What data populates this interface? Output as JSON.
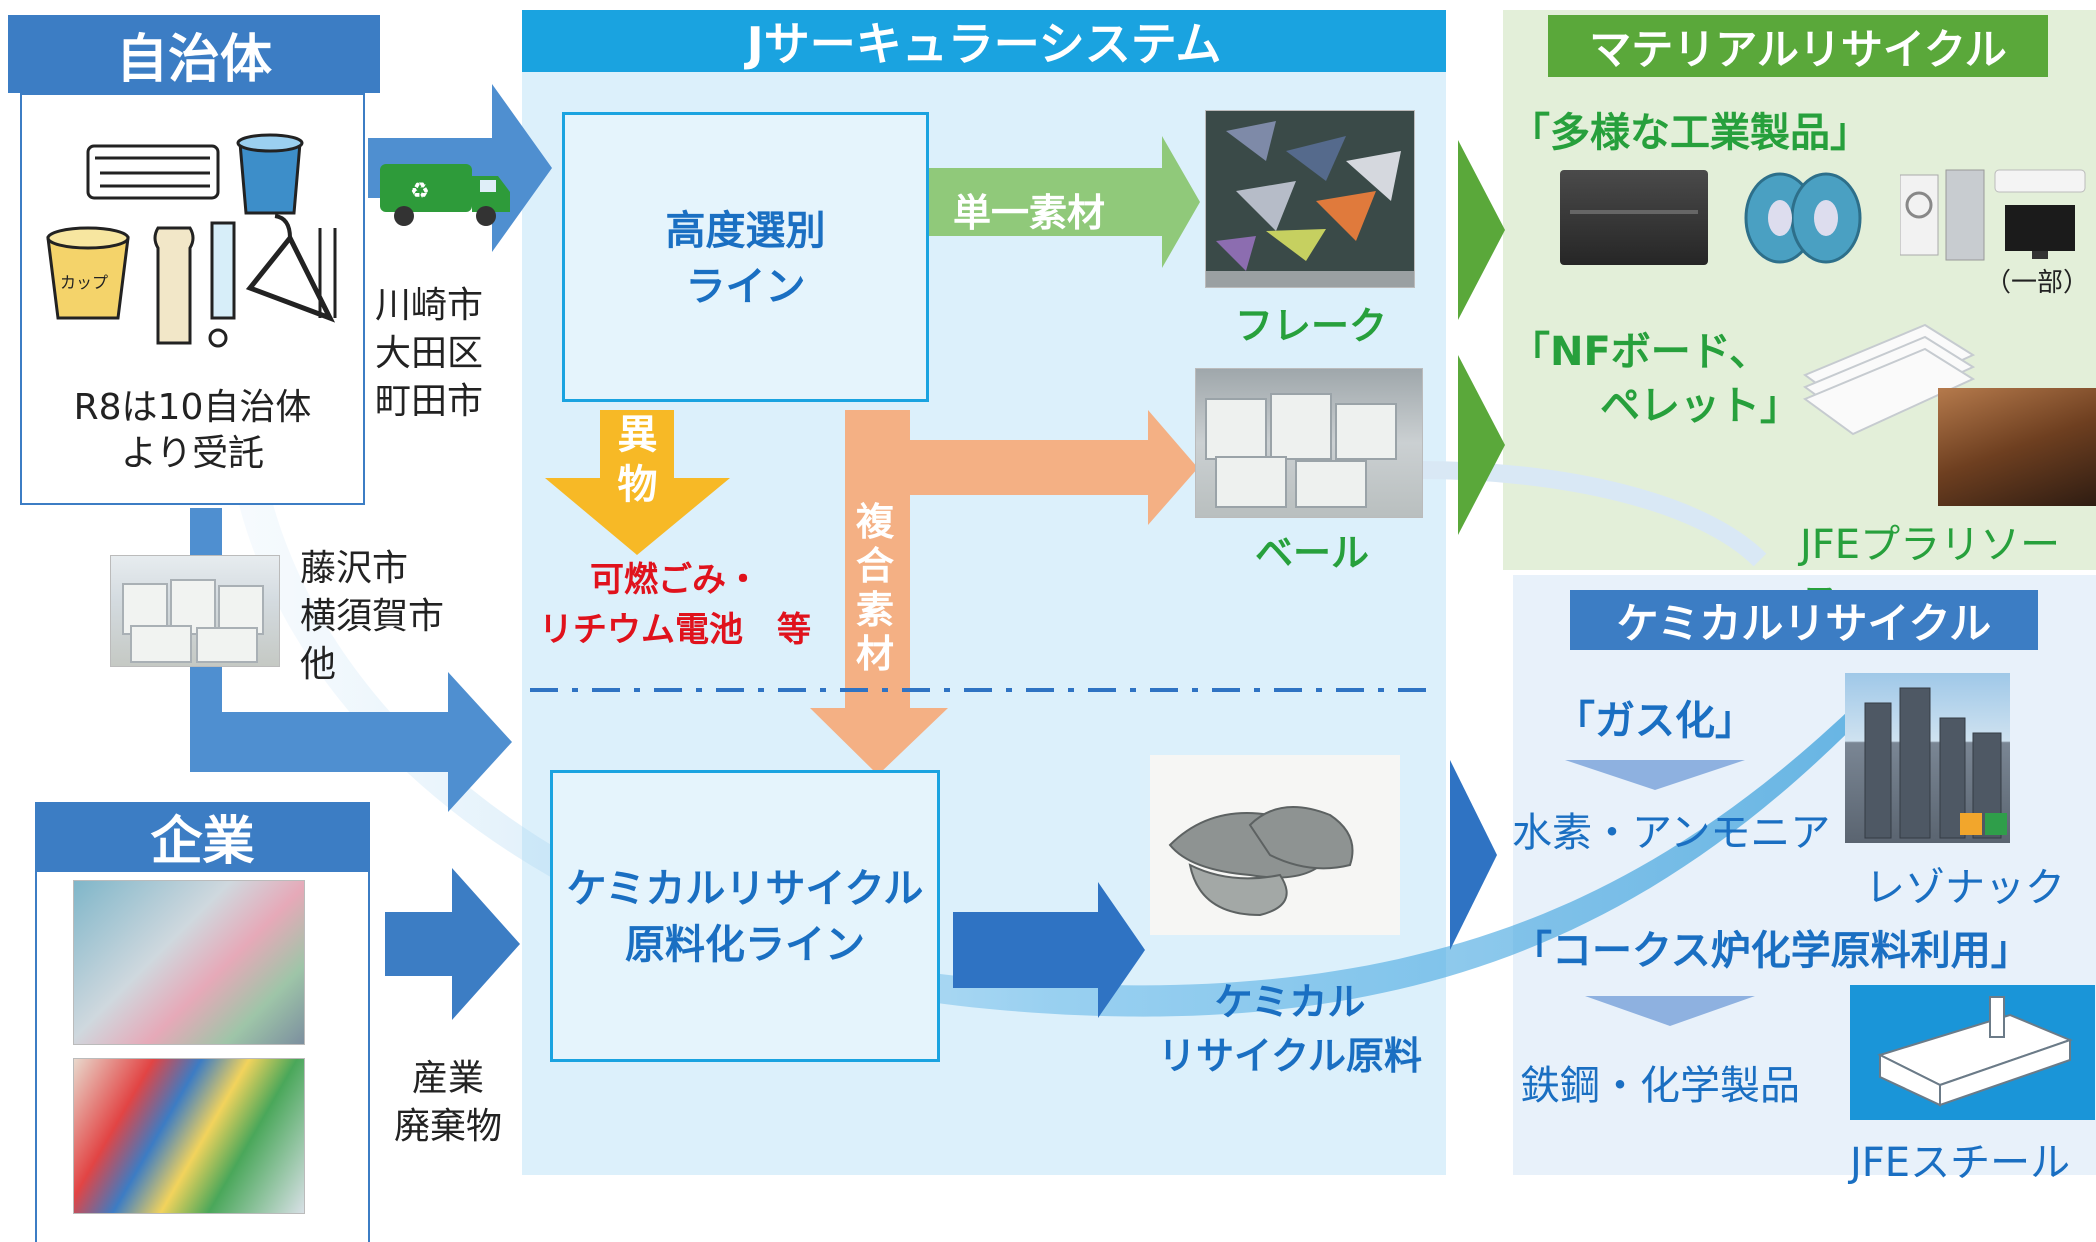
{
  "municipality": {
    "header": "自治体",
    "note_line1": "R8は10自治体",
    "note_line2": "より受託",
    "cities_a": [
      "川崎市",
      "大田区",
      "町田市"
    ],
    "cities_b": [
      "藤沢市",
      "横須賀市",
      "他"
    ]
  },
  "company": {
    "header": "企業",
    "label": [
      "産業",
      "廃棄物"
    ]
  },
  "system": {
    "title": "Jサーキュラーシステム",
    "sorting_line": [
      "高度選別",
      "ライン"
    ],
    "chemical_line": [
      "ケミカルリサイクル",
      "原料化ライン"
    ],
    "single_material": "単一素材",
    "composite_material": "複合素材",
    "foreign": "異物",
    "foreign_items": [
      "可燃ごみ・",
      "リチウム電池　等"
    ],
    "flake": "フレーク",
    "bale": "ベール",
    "chemical_material": [
      "ケミカル",
      "リサイクル原料"
    ]
  },
  "material_recycle": {
    "header": "マテリアルリサイクル",
    "products_title": "「多様な工業製品」",
    "partial_note": "（一部）",
    "nf_line1": "「NFボード、",
    "nf_line2": "ペレット」",
    "company": "JFEプラリソース"
  },
  "chemical_recycle": {
    "header": "ケミカルリサイクル",
    "gasification": "「ガス化」",
    "gas_products": "水素・アンモニア",
    "gas_company": "レゾナック",
    "coke": "「コークス炉化学原料利用」",
    "coke_products": "鉄鋼・化学製品",
    "coke_company": "JFEスチール"
  },
  "colors": {
    "header_blue": "#3c7dc4",
    "system_bg": "#dcf0fb",
    "system_title": "#1aa3e0",
    "green_header": "#5aa83a",
    "green_bg": "#e3efd9",
    "text_blue": "#1a6fc2",
    "text_green": "#27a03c",
    "text_red": "#e0121c"
  }
}
